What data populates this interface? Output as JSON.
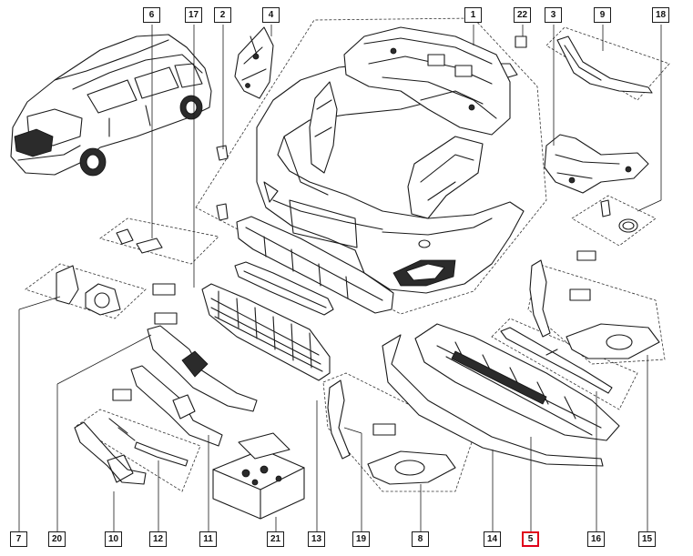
{
  "diagram": {
    "callouts": [
      {
        "id": "c6",
        "label": "6"
      },
      {
        "id": "c17",
        "label": "17"
      },
      {
        "id": "c2",
        "label": "2"
      },
      {
        "id": "c4",
        "label": "4"
      },
      {
        "id": "c1",
        "label": "1"
      },
      {
        "id": "c22",
        "label": "22"
      },
      {
        "id": "c3",
        "label": "3"
      },
      {
        "id": "c9",
        "label": "9"
      },
      {
        "id": "c18",
        "label": "18"
      },
      {
        "id": "c7",
        "label": "7"
      },
      {
        "id": "c20",
        "label": "20"
      },
      {
        "id": "c10",
        "label": "10"
      },
      {
        "id": "c12",
        "label": "12"
      },
      {
        "id": "c11",
        "label": "11"
      },
      {
        "id": "c21",
        "label": "21"
      },
      {
        "id": "c13",
        "label": "13"
      },
      {
        "id": "c19",
        "label": "19"
      },
      {
        "id": "c8",
        "label": "8"
      },
      {
        "id": "c14",
        "label": "14"
      },
      {
        "id": "c5",
        "label": "5",
        "highlight": true
      },
      {
        "id": "c16",
        "label": "16"
      },
      {
        "id": "c15",
        "label": "15"
      }
    ],
    "highlight_color": "#e0001a",
    "line_color": "#1a1a1a"
  }
}
